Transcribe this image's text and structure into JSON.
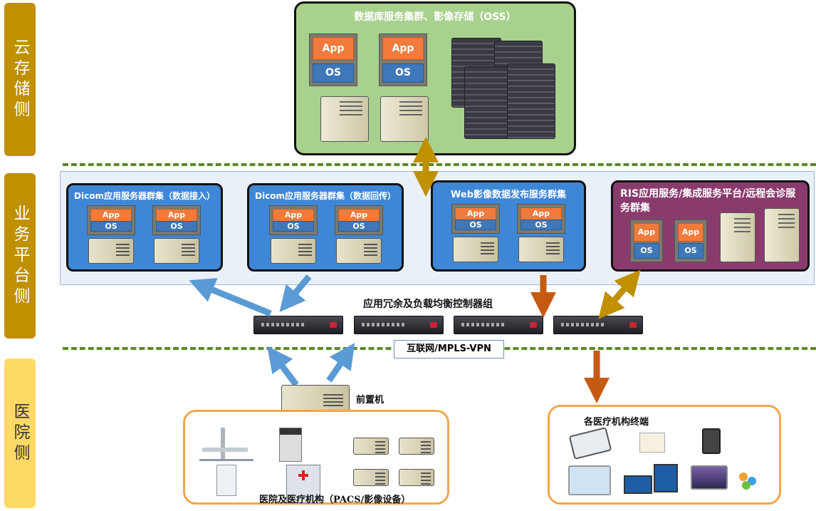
{
  "side_labels": {
    "cloud": "云存储侧",
    "business": "业务平台侧",
    "hospital": "医院侧"
  },
  "cloud_cluster": {
    "title": "数据库服务集群、影像存储（OSS）"
  },
  "app_label": "App",
  "os_label": "OS",
  "clusters": {
    "dicom_in": "Dicom应用服务器群集（数据接入）",
    "dicom_back": "Dicom应用服务器群集（数据回传）",
    "web": "Web影像数据发布服务群集",
    "ris": "RIS应用服务/集成服务平台/远程会诊服务群集"
  },
  "lb_group": "应用冗余及负载均衡控制器组",
  "internet": "互联网/MPLS-VPN",
  "front_machine": "前置机",
  "terminals": "各医疗机构终端",
  "hospital_devices": "医院及医疗机构（PACS/影像设备）",
  "colors": {
    "blue_cluster": "#3e87d6",
    "purple_cluster": "#8a3b6e",
    "cloud_green": "#a9d18e",
    "arrow_blue": "#5b9bd5",
    "arrow_orange": "#c55a11",
    "arrow_gold": "#bf9000"
  }
}
